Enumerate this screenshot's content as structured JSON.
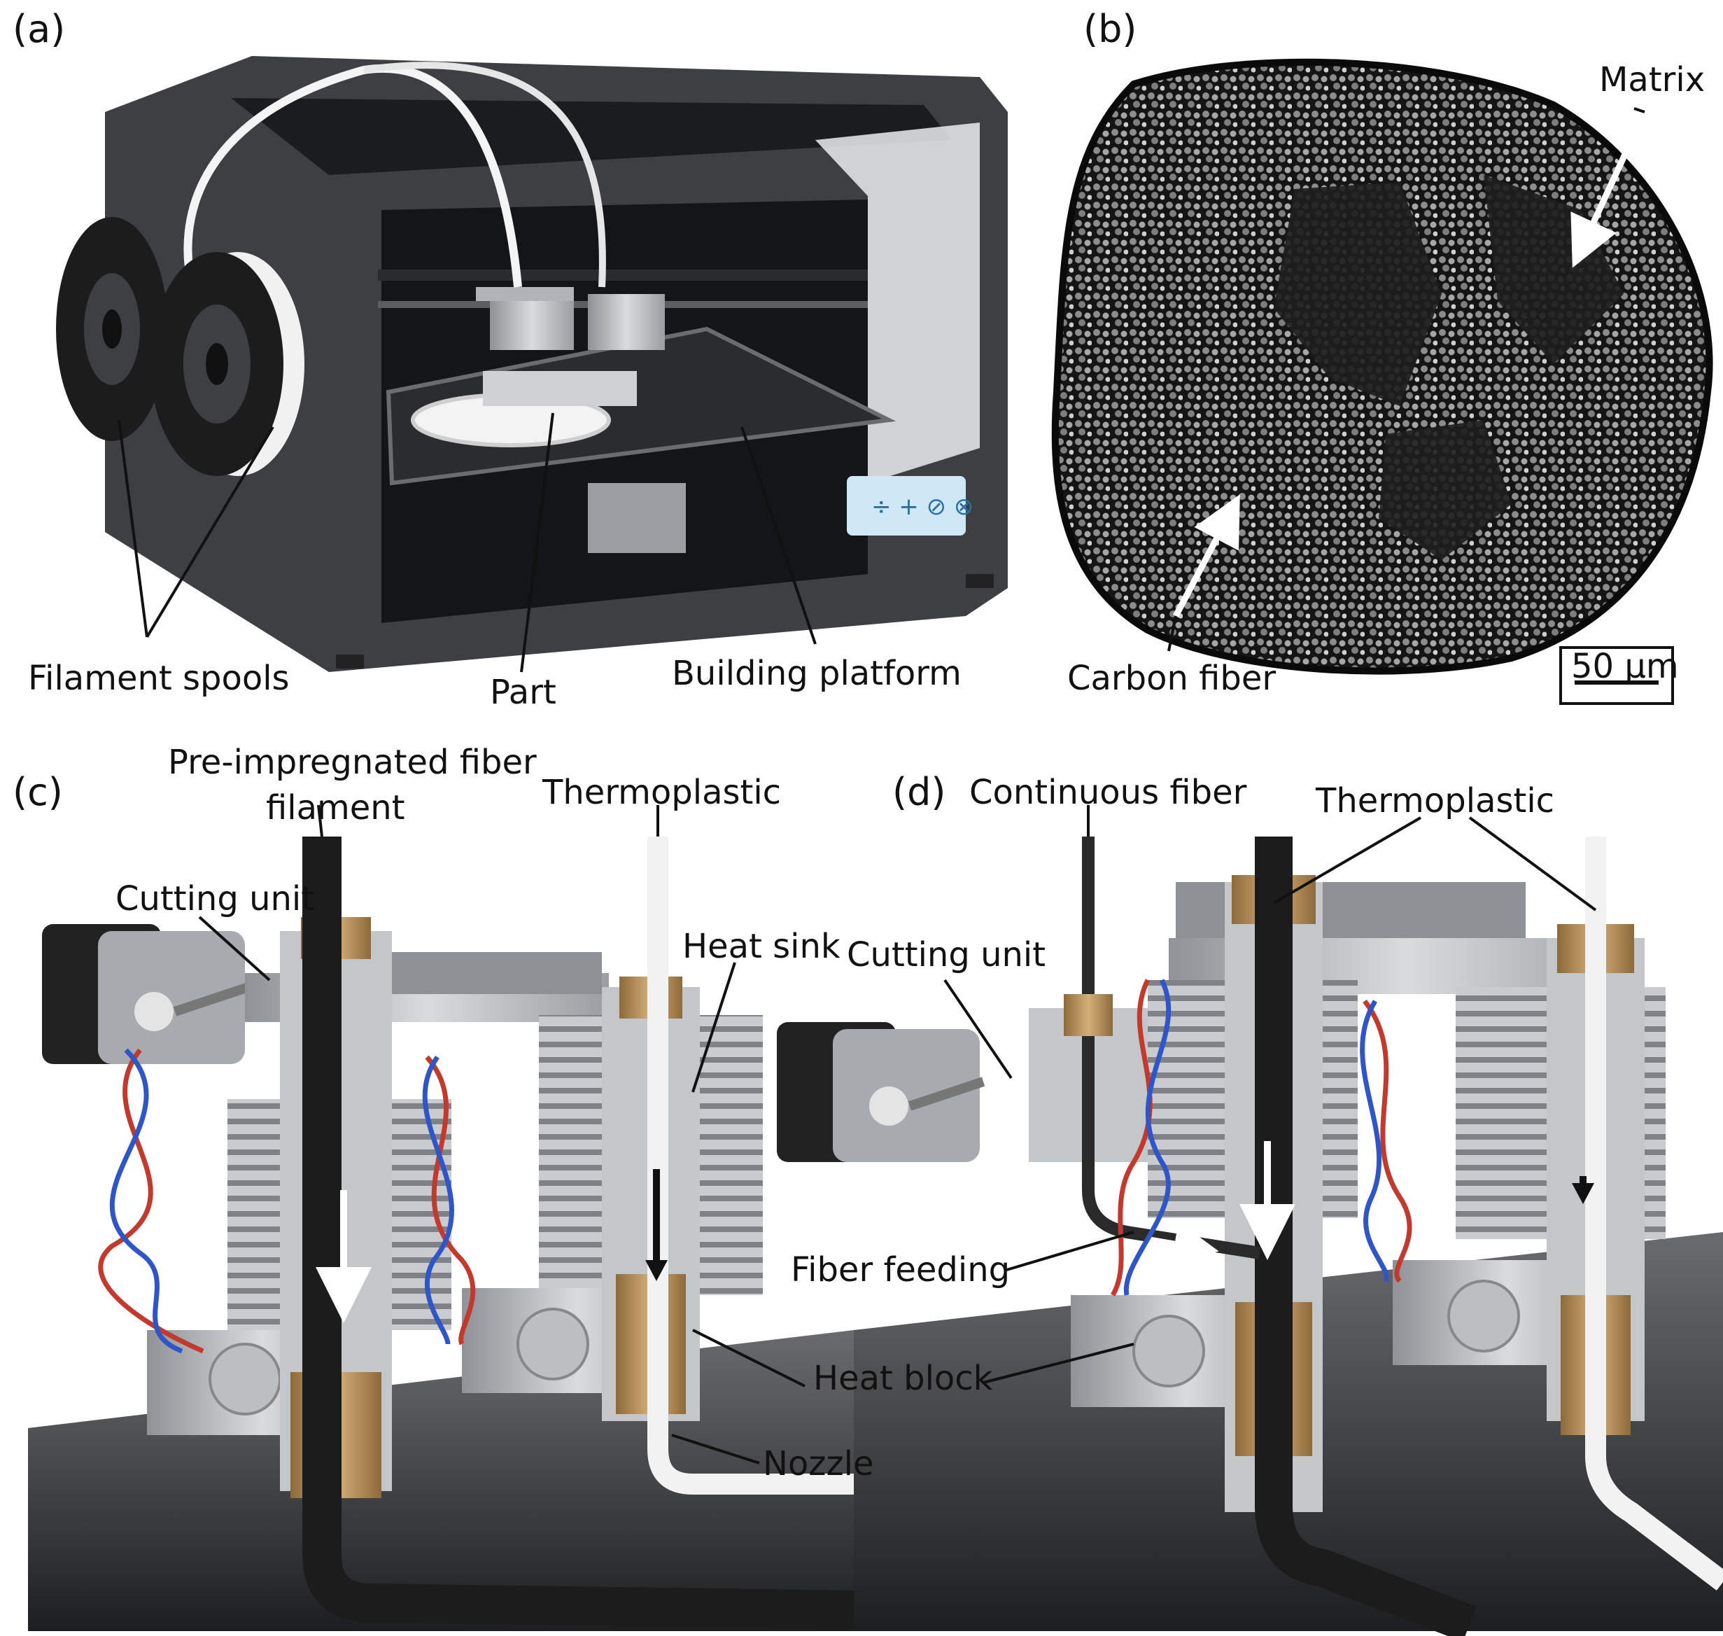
{
  "panels": {
    "a": "(a)",
    "b": "(b)",
    "c": "(c)",
    "d": "(d)"
  },
  "labels": {
    "filament_spools": "Filament spools",
    "part": "Part",
    "building_platform": "Building platform",
    "matrix": "Matrix",
    "carbon_fiber": "Carbon fiber",
    "scale_bar": "50 μm",
    "pre_impregnated_1": "Pre-impregnated fiber",
    "pre_impregnated_2": "filament",
    "thermoplastic_c": "Thermoplastic",
    "cutting_unit_c": "Cutting unit",
    "heat_sink": "Heat sink",
    "heat_block": "Heat block",
    "nozzle": "Nozzle",
    "continuous_fiber": "Continuous fiber",
    "thermoplastic_d": "Thermoplastic",
    "cutting_unit_d": "Cutting unit",
    "fiber_feeding": "Fiber feeding"
  },
  "colors": {
    "printer_body": "#3d3f42",
    "metal": "#b7babd",
    "brass": "#b8935c",
    "fiber": "#1c1c1c",
    "thermoplastic": "#f2f2f2",
    "wire_red": "#c23a2e",
    "wire_blue": "#2f55c7",
    "bed": "#4a4b4d",
    "display": "#cfe8f5"
  }
}
